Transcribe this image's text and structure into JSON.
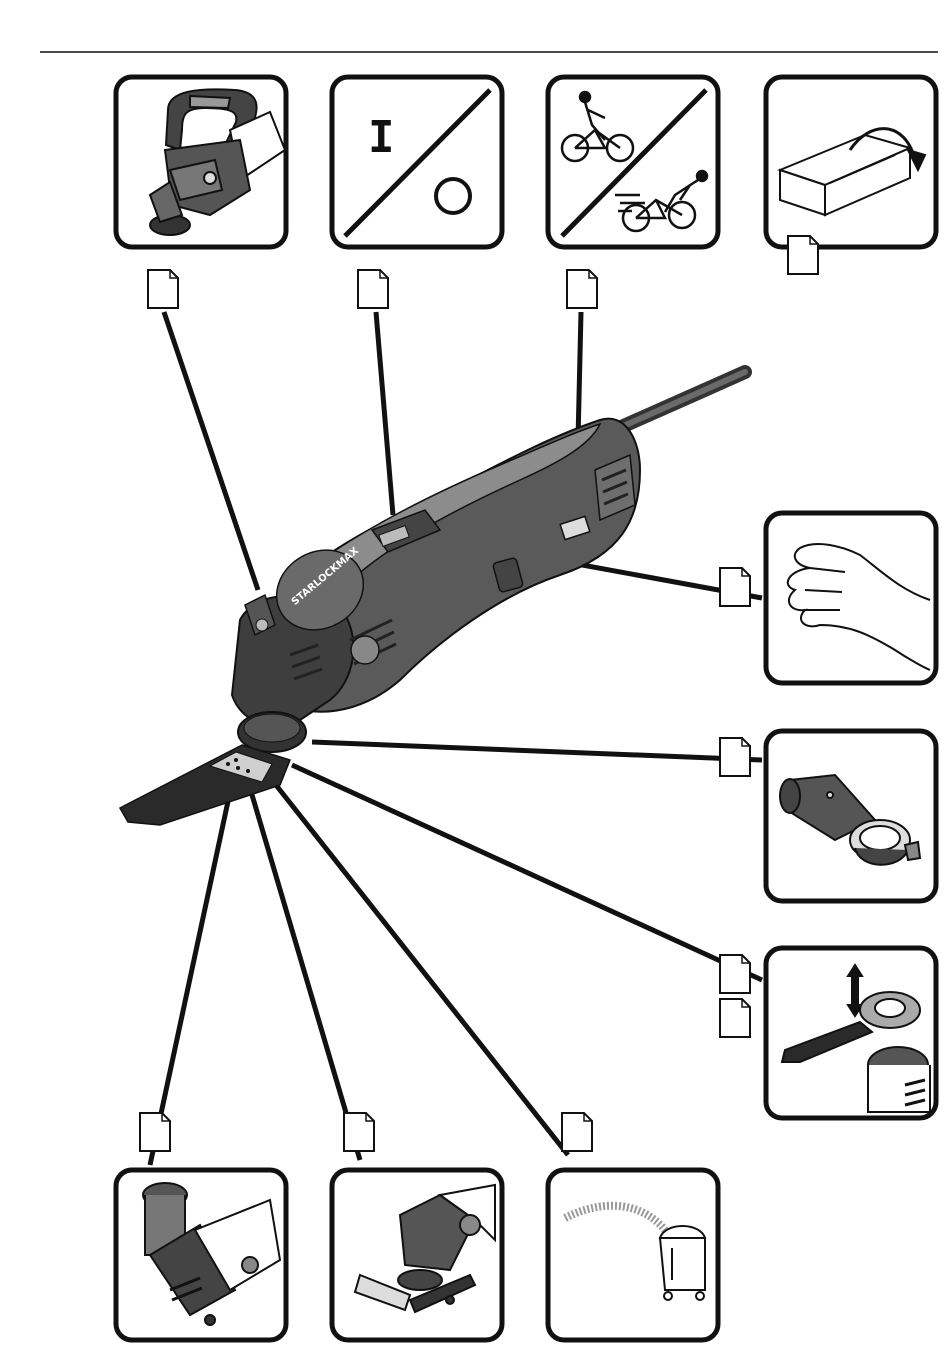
{
  "tool": {
    "brand_text": "STARLOCKMAX"
  },
  "panels": [
    {
      "key": "handle",
      "icon": "auxiliary-handle-icon"
    },
    {
      "key": "switch",
      "icon": "on-off-switch-icon",
      "on_symbol": "I"
    },
    {
      "key": "speed",
      "icon": "speed-cyclist-icon"
    },
    {
      "key": "packaging",
      "icon": "unpack-box-icon"
    },
    {
      "key": "hand",
      "icon": "hand-grip-icon"
    },
    {
      "key": "depth-stop",
      "icon": "depth-stop-hood-icon"
    },
    {
      "key": "blade-change",
      "icon": "blade-change-icon"
    },
    {
      "key": "dust-hood",
      "icon": "dust-extraction-hood-icon"
    },
    {
      "key": "sanding-guide",
      "icon": "sanding-guide-icon"
    },
    {
      "key": "vacuum",
      "icon": "vacuum-cleaner-icon"
    }
  ],
  "colors": {
    "line": "#111111",
    "tool_body": "#555555",
    "tool_dark": "#333333",
    "tool_light": "#9a9a9a",
    "blade": "#2a2a2a"
  }
}
